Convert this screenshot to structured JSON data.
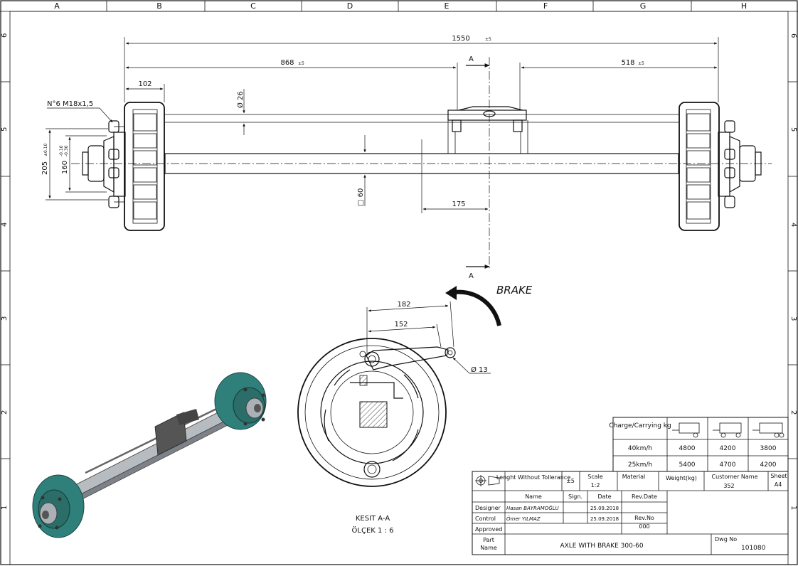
{
  "frame": {
    "columns": [
      "A",
      "B",
      "C",
      "D",
      "E",
      "F",
      "G",
      "H"
    ],
    "rows": [
      "6",
      "5",
      "4",
      "3",
      "2",
      "1"
    ]
  },
  "dimensions": {
    "overall": "1550",
    "overall_tol": "±5",
    "left_to_mount": "868",
    "left_to_mount_tol": "±5",
    "right_to_mount": "518",
    "right_to_mount_tol": "±5",
    "hub_width": "102",
    "bolt_note": "N°6  M18x1,5",
    "pcd_outer": "205",
    "pcd_outer_tol": "±0.10",
    "pcd_inner": "160",
    "pcd_inner_tol_top": "-0.10",
    "pcd_inner_tol_bot": "-0.30",
    "rod_dia": "Ø 26",
    "beam_square": "□ 60",
    "offset": "175",
    "section_label_top": "A",
    "section_label_bottom": "A"
  },
  "brake_view": {
    "title": "BRAKE",
    "lever_long": "182",
    "lever_short": "152",
    "pin_dia": "Ø 13",
    "section_name": "KESIT A-A",
    "scale_text": "ÖLÇEK 1 : 6"
  },
  "load_table": {
    "header": "Charge/Carrying kg",
    "rows": [
      {
        "speed": "40km/h",
        "values": [
          "4800",
          "4200",
          "3800"
        ]
      },
      {
        "speed": "25km/h",
        "values": [
          "5400",
          "4700",
          "4200"
        ]
      }
    ]
  },
  "title_block": {
    "length_tol_label": "Lenght Without Tollerance",
    "length_tol_value": "±5",
    "scale_label": "Scale",
    "scale_value": "1:2",
    "material_label": "Material",
    "weight_label": "Weight(kg)",
    "customer_label": "Customer Name",
    "customer_value": "352",
    "sheet_label": "Sheet",
    "sheet_value": "A4",
    "col_name": "Name",
    "col_sign": "Sign.",
    "col_date": "Date",
    "col_revdate": "Rev.Date",
    "designer_label": "Designer",
    "designer_name": "Hasan BAYRAMOĞLU",
    "designer_date": "25.09.2018",
    "control_label": "Control",
    "control_name": "Ömer YILMAZ",
    "control_date": "25.09.2018",
    "approved_label": "Approved",
    "revno_label": "Rev.No",
    "revno_value": "000",
    "part_label_1": "Part",
    "part_label_2": "Name",
    "part_name": "AXLE WITH BRAKE 300-60",
    "dwg_label": "Dwg No",
    "dwg_value": "101080"
  },
  "colors": {
    "line": "#111111",
    "hub_teal": "#3a8f8a",
    "hub_dark": "#245b58",
    "beam_gray": "#9aa0a6",
    "hatch": "#444444"
  }
}
